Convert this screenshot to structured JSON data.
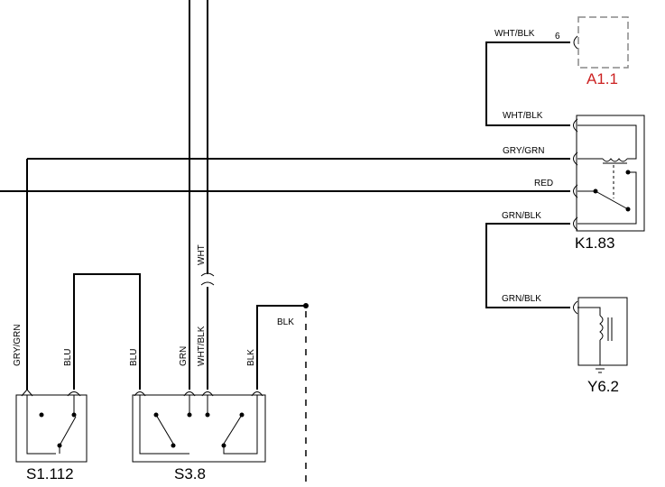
{
  "components": {
    "s1_112": "S1.112",
    "s3_8": "S3.8",
    "k1_83": "K1.83",
    "a1_1": "A1.1",
    "y6_2": "Y6.2"
  },
  "colors": {
    "a1_1_label": "#cc2222"
  },
  "wires": {
    "gry_grn_vertical": "GRY/GRN",
    "blu_left": "BLU",
    "blu_right": "BLU",
    "grn": "GRN",
    "wht_blk_vertical": "WHT/BLK",
    "blk_vertical": "BLK",
    "wht": "WHT",
    "blk_horizontal": "BLK",
    "wht_blk_top": "WHT/BLK",
    "wht_blk_k1": "WHT/BLK",
    "gry_grn_k1": "GRY/GRN",
    "red": "RED",
    "grn_blk_k1": "GRN/BLK",
    "grn_blk_y6": "GRN/BLK"
  },
  "pins": {
    "a1_1_pin": "6"
  }
}
